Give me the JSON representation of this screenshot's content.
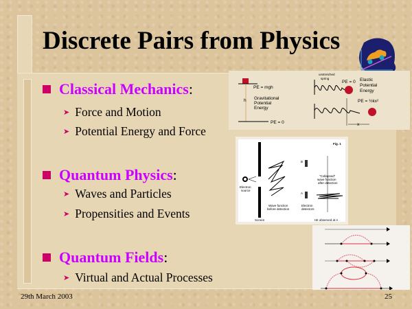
{
  "title": "Discrete Pairs from Physics",
  "sections": [
    {
      "heading": "Classical Mechanics",
      "colon": ":",
      "items": [
        "Force and Motion",
        "Potential Energy and Force"
      ]
    },
    {
      "heading": "Quantum Physics",
      "colon": ":",
      "items": [
        "Waves and Particles",
        "Propensities and Events"
      ]
    },
    {
      "heading": "Quantum Fields",
      "colon": ":",
      "items": [
        "Virtual and Actual Processes"
      ]
    }
  ],
  "figures": {
    "energy": {
      "pe_mgh": "PE = mgh",
      "h": "h",
      "grav": [
        "Gravitational",
        "Potential",
        "Energy"
      ],
      "pe0": "PE = 0",
      "spring": [
        "unstretched",
        "spring"
      ],
      "pe0b": "PE = 0",
      "elastic": [
        "Elastic",
        "Potential",
        "Energy"
      ],
      "pe_kx": "PE = ½kx²",
      "x": "x"
    },
    "double_slit": {
      "fig": "Fig. 1",
      "source": [
        "Electron",
        "source"
      ],
      "wave_before": [
        "Wave function",
        "before detection"
      ],
      "detectors": [
        "Electron",
        "detectors"
      ],
      "b": "B",
      "a": "A",
      "collapsed": [
        "\"Collapsed\"",
        "wave function",
        "after detection"
      ],
      "screen": "Screen",
      "hit": "Hit observed at A"
    }
  },
  "footer": {
    "date": "29th March 2003",
    "page": "25"
  },
  "colors": {
    "heading": "#cc00ff",
    "bullet": "#cc0066",
    "background": "#dcc49c"
  }
}
